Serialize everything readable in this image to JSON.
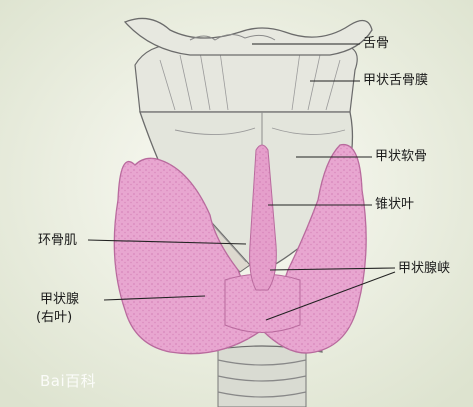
{
  "labels": {
    "hyoid": "舌骨",
    "thyrohyoid_membrane": "甲状舌骨膜",
    "thyroid_cartilage": "甲状软骨",
    "pyramidal_lobe": "锥状叶",
    "cricothyroid": "环骨肌",
    "isthmus": "甲状腺峡",
    "thyroid_gland": "甲状腺",
    "right_lobe": "(右叶)"
  },
  "watermark": "Bai百科",
  "colors": {
    "background": "#e9ecdf",
    "gland": "#e8a6d0",
    "cartilage": "#e3e5dc",
    "outline": "#6b6b6b"
  }
}
